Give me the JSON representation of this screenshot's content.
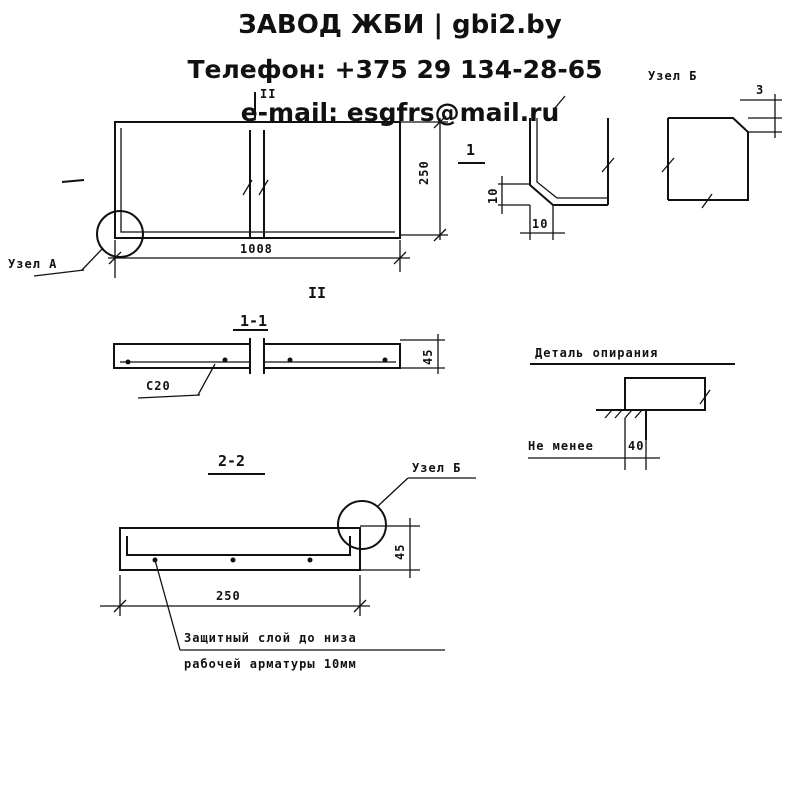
{
  "header": {
    "title": "ЗАВОД ЖБИ | gbi2.by",
    "phone": "Телефон: +375 29 134-28-65",
    "email": "e-mail: esgfrs@mail.ru"
  },
  "plan": {
    "length_dim": "1008",
    "width_dim": "250",
    "top_mark": "II",
    "bottom_mark": "II",
    "section_mark": "1",
    "node_a_label": "Узел А"
  },
  "node_b_top": {
    "label": "Узел Б",
    "dim": "3"
  },
  "node_a_detail": {
    "dim_vertical": "10",
    "dim_horizontal": "10"
  },
  "section_1_1": {
    "title": "1-1",
    "dim_height": "45",
    "dim_callout": "С20"
  },
  "support_detail": {
    "title": "Деталь опирания",
    "not_less_label": "Не менее",
    "dim": "40"
  },
  "section_2_2": {
    "title": "2-2",
    "node_b_label": "Узел Б",
    "dim_width": "250",
    "dim_height": "45",
    "note_line1": "Защитный слой до низа",
    "note_line2": "рабочей арматуры 10мм"
  }
}
